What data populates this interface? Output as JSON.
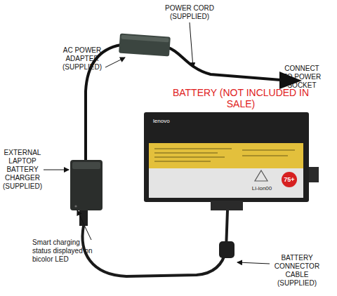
{
  "diagram": {
    "labels": [
      "POWER CORD (SUPPLIED)",
      "AC POWER ADAPTER (SUPPLIED)",
      "CONNECT TO POWER SOCKET",
      "BATTERY (NOT INCLUDED IN SALE)",
      "lenovo",
      "75+",
      "Li-ion00",
      "EXTERNAL LAPTOP BATTERY CHARGER (SUPPLIED)",
      "Smart charging status displayed on bicolor LED",
      "BATTERY CONNECTOR CABLE (SUPPLIED)"
    ]
  }
}
